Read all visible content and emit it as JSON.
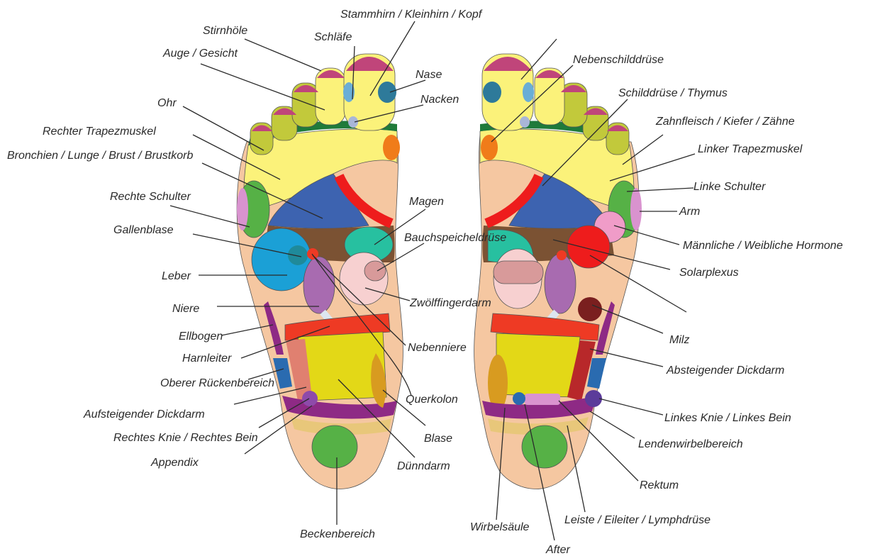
{
  "labels": {
    "stammhirn": "Stammhirn / Kleinhirn / Kopf",
    "stirnhoele": "Stirnhöle",
    "schlaefe": "Schläfe",
    "auge": "Auge / Gesicht",
    "nase": "Nase",
    "nacken": "Nacken",
    "ohr": "Ohr",
    "rechter_trapez": "Rechter Trapezmuskel",
    "bronchien": "Bronchien / Lunge / Brust / Brustkorb",
    "rechte_schulter": "Rechte Schulter",
    "magen": "Magen",
    "gallenblase": "Gallenblase",
    "bauchspeichel": "Bauchspeicheldrüse",
    "leber": "Leber",
    "zwoelffinger": "Zwölffingerdarm",
    "niere": "Niere",
    "ellbogen": "Ellbogen",
    "harnleiter": "Harnleiter",
    "nebenniere": "Nebenniere",
    "oberer_ruecken": "Oberer Rückenbereich",
    "querkolon": "Querkolon",
    "aufsteigender": "Aufsteigender Dickdarm",
    "rechtes_knie": "Rechtes Knie / Rechtes Bein",
    "blase": "Blase",
    "appendix": "Appendix",
    "duenndarm": "Dünndarm",
    "becken": "Beckenbereich",
    "nebenschild": "Nebenschilddrüse",
    "schilddruese": "Schilddrüse / Thymus",
    "zahnfleisch": "Zahnfleisch / Kiefer / Zähne",
    "linker_trapez": "Linker Trapezmuskel",
    "linke_schulter": "Linke Schulter",
    "arm": "Arm",
    "hormone": "Männliche / Weibliche Hormone",
    "solarplexus": "Solarplexus",
    "milz": "Milz",
    "absteigender": "Absteigender Dickdarm",
    "linkes_knie": "Linkes Knie / Linkes Bein",
    "lendenwirbel": "Lendenwirbelbereich",
    "rektum": "Rektum",
    "leiste": "Leiste / Eileiter / Lymphdrüse",
    "wirbelsaeule": "Wirbelsäule",
    "after": "After"
  },
  "colors": {
    "skin": "#f5c7a1",
    "yellow": "#fbf27a",
    "toe_green": "#c2c93b",
    "dark_green": "#1f7a3a",
    "pink_toe": "#c0457a",
    "teal": "#2e7a9a",
    "blue": "#3d63b0",
    "red": "#ee1c1c",
    "brown": "#7b5233",
    "liver_blue": "#1ba0d6",
    "teal_green": "#27c0a0",
    "light_pink": "#f7d0d0",
    "purple": "#a86bb0",
    "dark_purple": "#8e2a85",
    "lemon": "#e3d817",
    "orange_red": "#ee3a24",
    "orange": "#f07c1a",
    "green_circle": "#56b146",
    "tan": "#e8c77a",
    "maroon": "#7a1f1f"
  }
}
